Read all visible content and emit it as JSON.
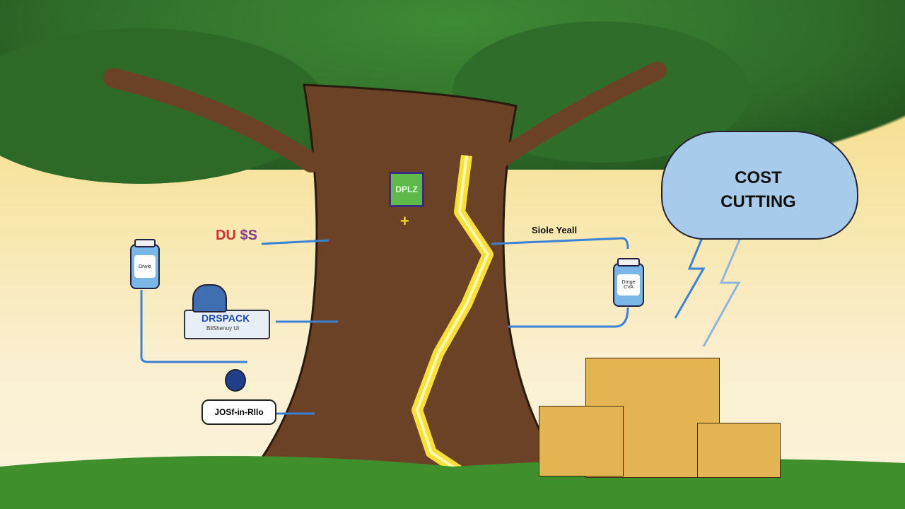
{
  "scene": {
    "description": "Cartoon illustration of a large tree trunk split by a glowing yellow crack, with a storm cloud labeled cost cutting striking it with lightning, medicine icons connected by blue lines, and stacked boxes on the right.",
    "colors": {
      "sky_top": "#f5d77a",
      "sky_bottom": "#fbf3dd",
      "foliage": "#2f6e2a",
      "trunk": "#6b4226",
      "crack": "#f7e03a",
      "cloud": "#a9cbeb",
      "connector": "#3b82d6",
      "boxes": "#e4b452",
      "grass": "#3f8f2c"
    }
  },
  "cloud": {
    "line1": "COST",
    "line2": "CUTTING"
  },
  "labels": {
    "top_left_logo": "DU",
    "top_left_sub": "$S",
    "left_jar": "Drwie",
    "dispensary_sign": "DRSPACK",
    "dispensary_sub": "BilShenuy UI",
    "flask_label": "JOSf-in-Rllo",
    "right_line_label": "Siole Yeall",
    "right_jar": "Drnge CVA",
    "trunk_sign": "DPLZ",
    "trunk_plus": "+"
  }
}
